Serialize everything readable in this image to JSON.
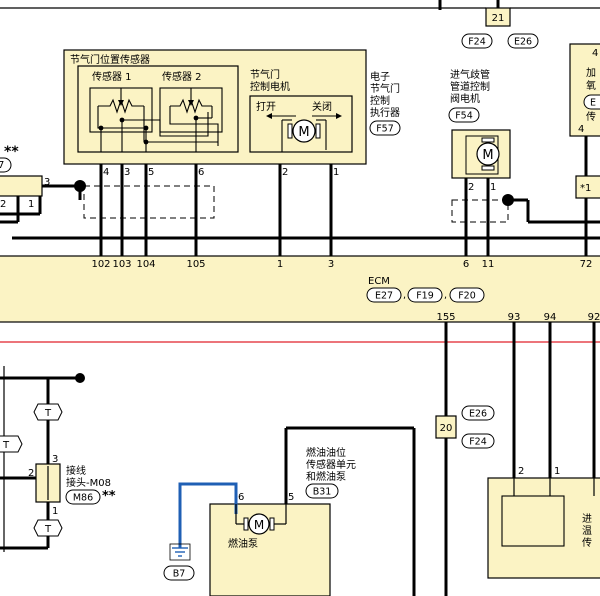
{
  "ecm": {
    "label": "ECM",
    "connectors": [
      "E27",
      "F19",
      "F20"
    ],
    "pins_top": [
      "102",
      "103",
      "104",
      "105",
      "1",
      "3",
      "6",
      "11",
      "72"
    ],
    "pins_bottom": [
      "155",
      "93",
      "94",
      "92"
    ]
  },
  "throttle_sensor": {
    "title": "节气门位置传感器",
    "sensor1": "传感器 1",
    "sensor2": "传感器 2",
    "pins": [
      "4",
      "3",
      "5",
      "6"
    ]
  },
  "throttle_motor": {
    "title_lines": [
      "节气门",
      "控制电机"
    ],
    "open": "打开",
    "close": "关闭",
    "pins": [
      "2",
      "1"
    ]
  },
  "actuator": {
    "title_lines": [
      "电子",
      "节气门",
      "控制",
      "执行器"
    ],
    "connector": "F57"
  },
  "intake_valve": {
    "title_lines": [
      "进气歧管",
      "管道控制",
      "阀电机"
    ],
    "connector": "F54",
    "pins": [
      "2",
      "1"
    ]
  },
  "joint21": {
    "label": "21",
    "connectors": [
      "F24",
      "E26"
    ]
  },
  "right_top": {
    "lines": [
      "加",
      "氧",
      "传"
    ],
    "connector_partial": "E",
    "pin": "4",
    "star_label": "*1"
  },
  "left_top": {
    "stars": "**",
    "pin_labels": [
      "3",
      "2",
      "1"
    ],
    "partial_conn": "7"
  },
  "junction": {
    "label_lines": [
      "接线",
      "接头-M08"
    ],
    "connector": "M86",
    "stars": "**",
    "pins": [
      "3",
      "2",
      "1"
    ],
    "tags": [
      "T",
      "T",
      "T"
    ]
  },
  "fuel": {
    "title_lines": [
      "燃油油位",
      "传感器单元",
      "和燃油泵"
    ],
    "connector": "B31",
    "pump_label": "燃油泵",
    "pins": [
      "6",
      "5"
    ],
    "ground_connector": "B7"
  },
  "joint20": {
    "label": "20",
    "connectors": [
      "E26",
      "F24"
    ]
  },
  "bottom_right": {
    "lines": [
      "进",
      "温",
      "传"
    ],
    "pins": [
      "2",
      "1"
    ]
  },
  "motor_symbol": "M"
}
